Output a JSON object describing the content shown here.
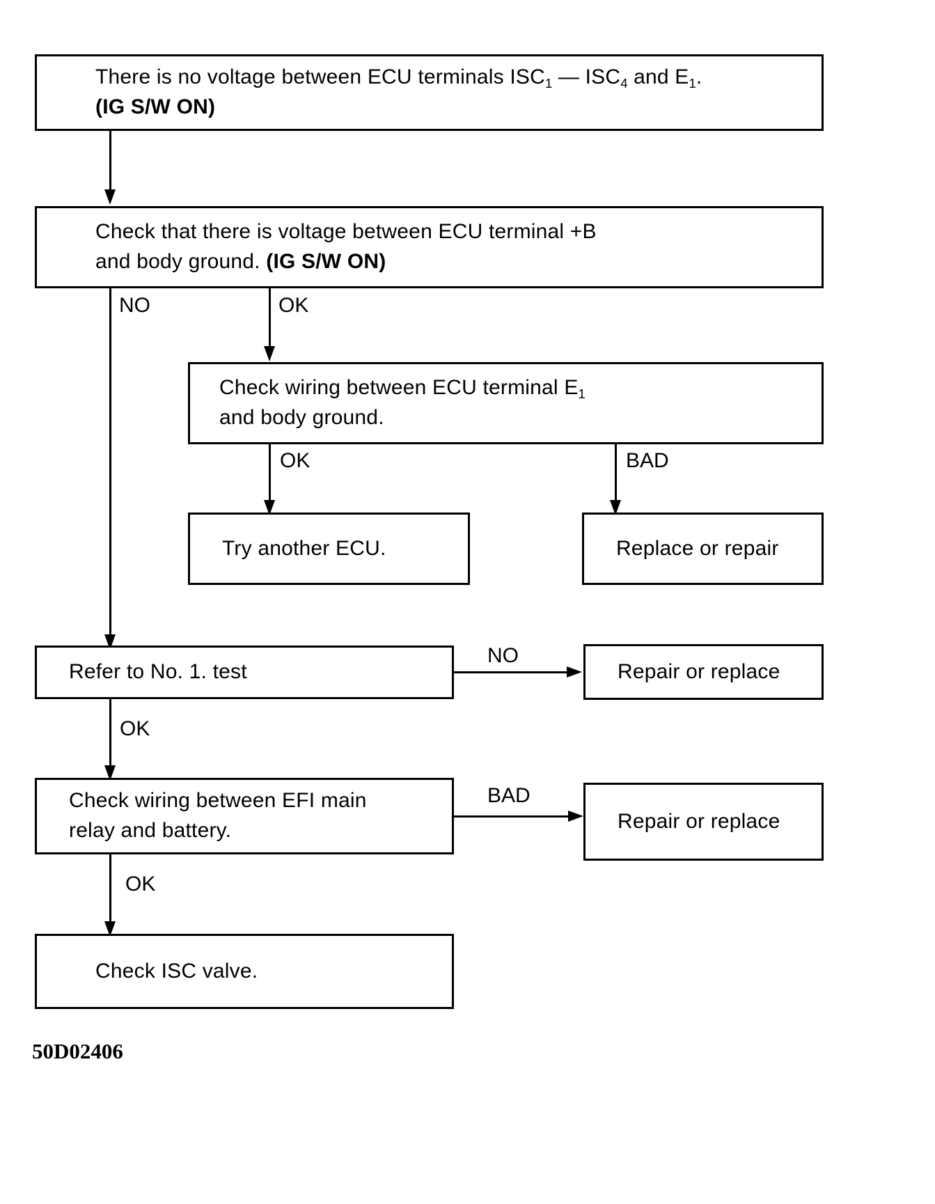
{
  "figure": {
    "caption": "50D02406",
    "type": "troubleshooting-flowchart"
  },
  "nodes": {
    "symptom": {
      "line1_a": "There is no voltage between ECU terminals ISC",
      "line1_sub1": "1",
      "line1_b": " — ISC",
      "line1_sub2": "4",
      "line1_c": " and E",
      "line1_sub3": "1",
      "line1_d": ".",
      "line2": "(IG S/W ON)"
    },
    "check_plus_b": {
      "line1": "Check that there is voltage between ECU terminal  +B",
      "line2_a": "and body ground. ",
      "line2_bold": "(IG S/W ON)"
    },
    "check_e1_wiring": {
      "line1_a": "Check wiring between ECU terminal E",
      "line1_sub": "1",
      "line2": "and body ground."
    },
    "try_another_ecu": {
      "text": "Try another ECU."
    },
    "replace_or_repair": {
      "text": "Replace or repair"
    },
    "refer_no1_test": {
      "text": "Refer to No. 1. test"
    },
    "repair_or_replace_1": {
      "text": "Repair or replace"
    },
    "check_efi_relay": {
      "line1": "Check wiring between EFI main",
      "line2": "relay and battery."
    },
    "repair_or_replace_2": {
      "text": "Repair or replace"
    },
    "check_isc_valve": {
      "text": "Check ISC valve."
    }
  },
  "edges": {
    "symptom_to_check_plus_b": "",
    "check_plus_b_no": "NO",
    "check_plus_b_ok": "OK",
    "check_e1_ok": "OK",
    "check_e1_bad": "BAD",
    "refer_no1_no": "NO",
    "refer_no1_ok": "OK",
    "check_efi_bad": "BAD",
    "check_efi_ok": "OK"
  },
  "colors": {
    "ink": "#000000",
    "paper": "#ffffff"
  }
}
